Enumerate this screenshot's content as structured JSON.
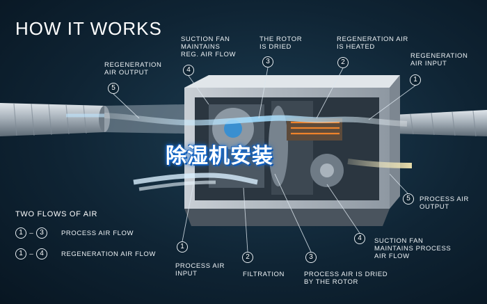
{
  "title": "HOW IT WORKS",
  "watermark": "除湿机安装",
  "top_labels": [
    {
      "number": "5",
      "text": "REGENERATION\nAIR OUTPUT"
    },
    {
      "number": "4",
      "text": "SUCTION FAN\nMAINTAINS\nREG. AIR FLOW"
    },
    {
      "number": "3",
      "text": "THE ROTOR\nIS DRIED"
    },
    {
      "number": "2",
      "text": "REGENERATION AIR\nIS HEATED"
    },
    {
      "number": "1",
      "text": "REGENERATION\nAIR INPUT"
    }
  ],
  "bottom_labels": [
    {
      "number": "1",
      "text": "PROCESS AIR\nINPUT"
    },
    {
      "number": "2",
      "text": "FILTRATION"
    },
    {
      "number": "3",
      "text": "PROCESS AIR IS DRIED\nBY THE ROTOR"
    },
    {
      "number": "4",
      "text": "SUCTION FAN\nMAINTAINS PROCESS\nAIR FLOW"
    },
    {
      "number": "5",
      "text": "PROCESS AIR\nOUTPUT"
    }
  ],
  "legend": {
    "title": "TWO FLOWS OF AIR",
    "rows": [
      {
        "from": "1",
        "sep": "–",
        "to": "3",
        "label": "PROCESS AIR FLOW"
      },
      {
        "from": "1",
        "sep": "–",
        "to": "4",
        "label": "REGENERATION AIR FLOW"
      }
    ]
  },
  "colors": {
    "background": "#0f2434",
    "regeneration_air": "#8fd3ff",
    "process_air": "#f3e6b0",
    "heater": "#ff8a2a",
    "watermark_glow": "#1a6fd0"
  }
}
